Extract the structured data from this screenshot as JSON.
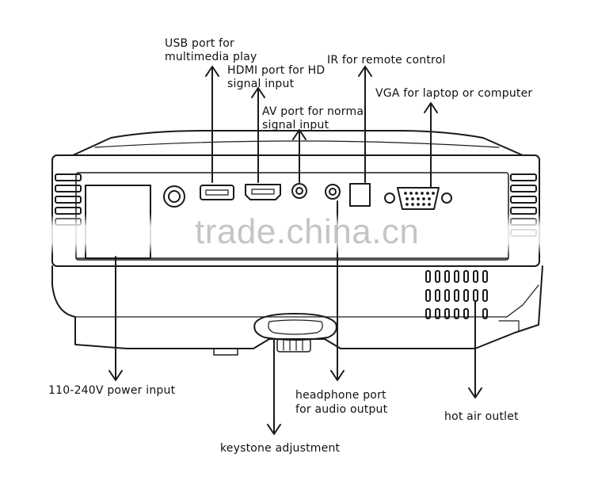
{
  "labels": {
    "usb": [
      "USB port for",
      "multimedia play"
    ],
    "hdmi": [
      "HDMI port for HD",
      "signal input"
    ],
    "av": [
      "AV port for normal",
      "signal input"
    ],
    "ir": "IR for remote control",
    "vga": "VGA for laptop or computer",
    "power": "110-240V power input",
    "headphone": [
      "headphone port",
      "for audio output"
    ],
    "hot_air": "hot air outlet",
    "keystone": "keystone adjustment"
  },
  "watermark": "trade.china.cn",
  "colors": {
    "line": "#1a1a1a",
    "text": "#111111",
    "watermark": "#969696"
  }
}
